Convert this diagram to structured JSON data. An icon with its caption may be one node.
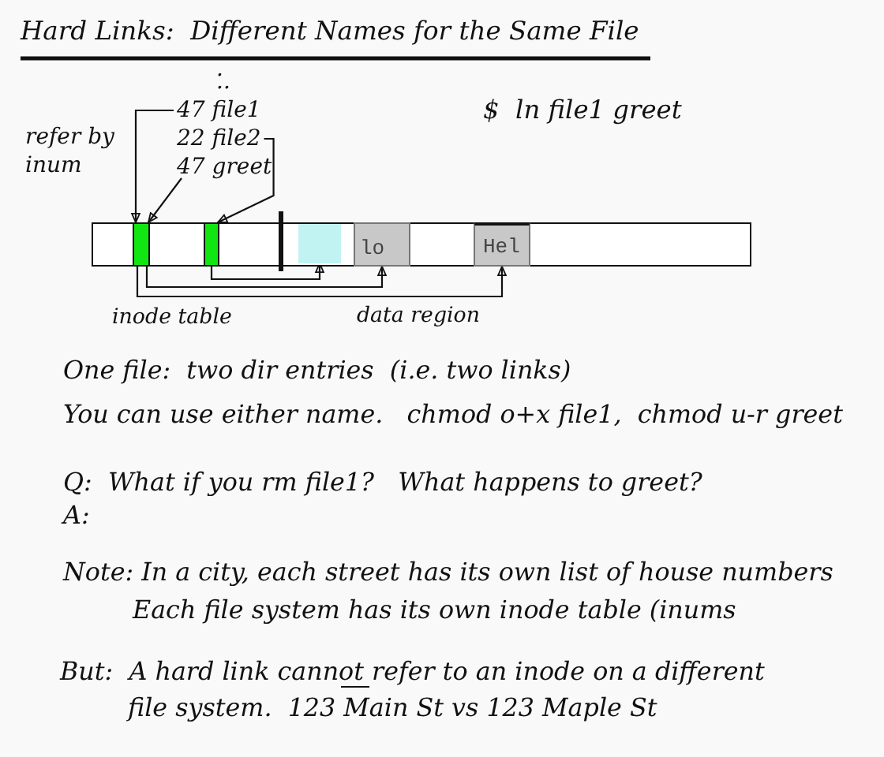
{
  "diagram": {
    "title": "Hard Links:  Different Names for the Same File",
    "nodes": [
      {
        "text": [
          "47 file1"
        ]
      },
      {
        "text": [
          "22 file2"
        ]
      },
      {
        "text": [
          "47 greet"
        ]
      },
      {
        "text": [],
        "shape": "box"
      },
      {
        "text": [],
        "shape": "box",
        "in": 3
      },
      {
        "text": [],
        "shape": "box",
        "in": 3
      },
      {
        "text": [],
        "shape": "box",
        "in": 3
      },
      {
        "text": [
          "lo"
        ],
        "in": 3
      },
      {
        "text": [
          "Hel"
        ],
        "in": 3
      }
    ],
    "edges": [
      {
        "from": 0,
        "to": 4,
        "arrow": "to"
      },
      {
        "from": 1,
        "to": 5,
        "arrow": "to"
      },
      {
        "from": 2,
        "to": 4,
        "arrow": "to"
      },
      {
        "from": 4,
        "to": 7,
        "arrow": "to"
      },
      {
        "from": 4,
        "to": 8,
        "arrow": "to"
      },
      {
        "from": 5,
        "to": 6,
        "arrow": "to"
      }
    ],
    "labels": [
      ".",
      "..",
      "$  ln file1 greet",
      "refer by inum",
      "inode table",
      "data region",
      "One file:  two dir entries  (i.e. two links)",
      "You can use either name.   chmod o+x file1,  chmod u-r greet",
      "Q:  What if you rm file1?   What happens to greet?",
      "A:",
      "Note: In a city, each street has its own list of house numbers",
      "Each file system has its own inode table (inums",
      "But:  A hard link cannot refer to an inode on a different file system.  123 Main St vs 123 Maple St"
    ]
  }
}
